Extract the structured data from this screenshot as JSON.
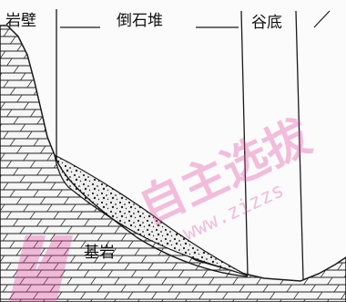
{
  "labels": {
    "cliff": "岩壁",
    "talus": "倒石堆",
    "valley_floor": "谷底",
    "bedrock": "基岩"
  },
  "watermark": {
    "chinese": "自主选拔",
    "url": "www.zizzs"
  },
  "colors": {
    "ink": "#1a1a1a",
    "watermark": "#e24aa0"
  }
}
